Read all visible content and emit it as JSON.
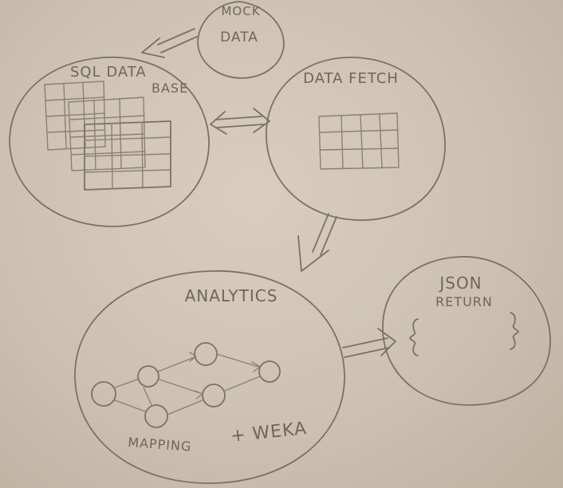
{
  "nodes": {
    "mock_data": {
      "line1": "MOCK",
      "line2": "DATA"
    },
    "sql_database": {
      "line1": "SQL DATA",
      "line2": "BASE"
    },
    "data_fetch": {
      "label": "DATA FETCH"
    },
    "analytics": {
      "label": "ANALYTICS",
      "caption_left": "MAPPING",
      "caption_right": "+ WEKA"
    },
    "json_return": {
      "line1": "JSON",
      "line2": "RETURN"
    }
  },
  "colors": {
    "paper": "#cfc4b5",
    "ink": "#7b7166"
  }
}
